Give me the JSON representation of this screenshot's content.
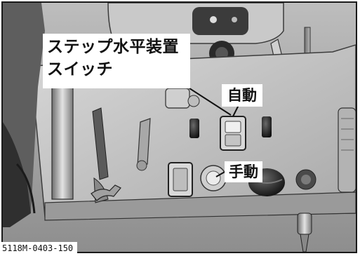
{
  "callouts": {
    "switch_name_line1": "ステップ水平装置",
    "switch_name_line2": "スイッチ",
    "position_auto": "自動",
    "position_manual": "手動"
  },
  "figure_id": "5118M-0403-150"
}
